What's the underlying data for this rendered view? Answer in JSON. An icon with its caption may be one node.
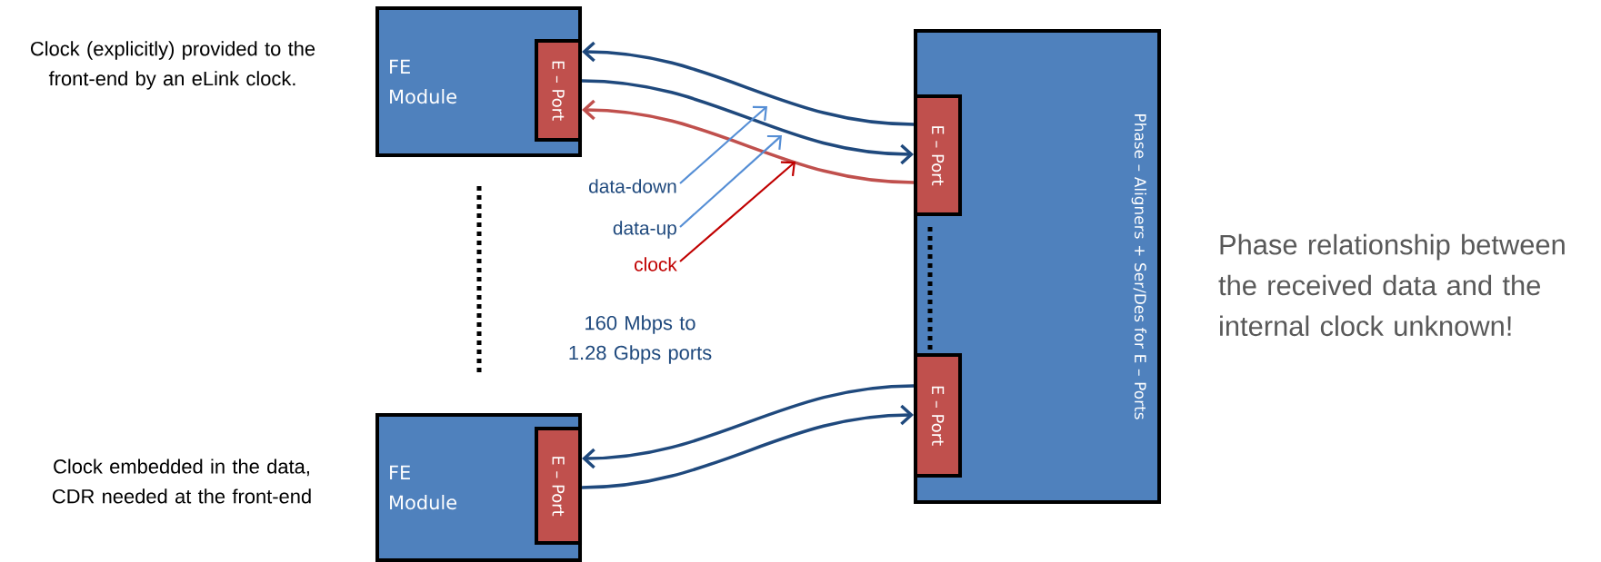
{
  "diagram": {
    "nodes": [
      {
        "text": [
          "FE Module"
        ]
      },
      {
        "text": [
          "E – Port"
        ],
        "in": 0
      },
      {
        "text": [
          "Phase – Aligners + Ser/Des for E – Ports"
        ]
      },
      {
        "text": [
          "E – Port"
        ],
        "in": 2
      },
      {
        "text": [
          "E – Port"
        ],
        "in": 2
      },
      {
        "text": [
          "FE Module"
        ]
      },
      {
        "text": [
          "E – Port"
        ],
        "in": 5
      },
      {
        "text": [
          "data-down"
        ]
      },
      {
        "text": [
          "data-up"
        ]
      },
      {
        "text": [
          "clock"
        ]
      }
    ],
    "edges": [
      {
        "from": 3,
        "to": 1,
        "arrow": "to"
      },
      {
        "from": 1,
        "to": 3,
        "arrow": "to"
      },
      {
        "from": 3,
        "to": 1,
        "arrow": "to",
        "color": "#c0504d"
      },
      {
        "from": 4,
        "to": 6,
        "arrow": "to"
      },
      {
        "from": 6,
        "to": 4,
        "arrow": "to"
      },
      {
        "from": 7,
        "to": null,
        "arrow": "to",
        "color": "#558ed5"
      },
      {
        "from": 8,
        "to": null,
        "arrow": "to",
        "color": "#558ed5"
      },
      {
        "from": 9,
        "to": null,
        "arrow": "to",
        "color": "#c00000"
      }
    ],
    "labels": [
      "Clock (explicitly) provided to the front-end by an eLink clock.",
      "Clock embedded in the data, CDR needed at the front-end",
      "160 Mbps to 1.28 Gbps ports",
      "Phase relationship between the received data and the internal clock unknown!"
    ]
  }
}
